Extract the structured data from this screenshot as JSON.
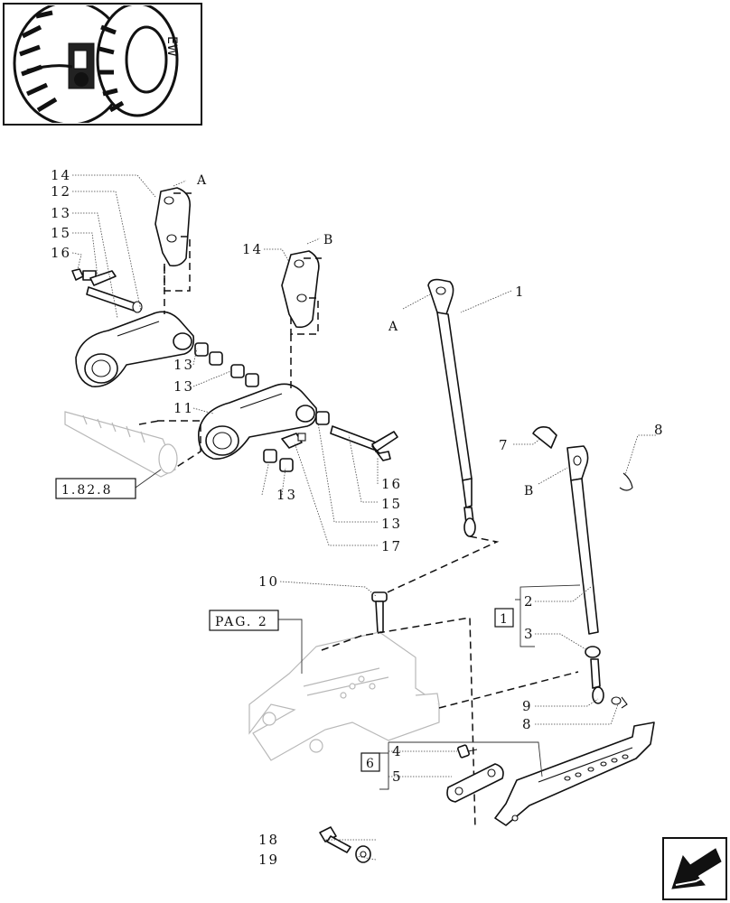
{
  "diagram": {
    "callouts": {
      "c14a": "14",
      "c12": "12",
      "c13a": "13",
      "c15a": "15",
      "c16a": "16",
      "c14b": "14",
      "c13b": "13",
      "c13c": "13",
      "c11": "11",
      "c13d": "13",
      "c16b": "16",
      "c15b": "15",
      "c13e": "13",
      "c17": "17",
      "c1": "1",
      "c8a": "8",
      "c7": "7",
      "c10": "10",
      "c2": "2",
      "c3": "3",
      "c9": "9",
      "c8b": "8",
      "c4": "4",
      "c5": "5",
      "c18": "18",
      "c19": "19"
    },
    "letters": {
      "refA1": "A",
      "refB1": "B",
      "refA2": "A",
      "refB2": "B"
    },
    "refs": {
      "ref182": "1.82.8",
      "pag2": "PAG. 2",
      "box1": "1",
      "box6": "6"
    }
  },
  "colors": {
    "ink": "#111111",
    "ghost": "#b8b8b8",
    "background": "#ffffff"
  },
  "icons": {
    "thumbnail": "tractor-rear-thumbnail",
    "navigation": "arrow-back-icon"
  }
}
